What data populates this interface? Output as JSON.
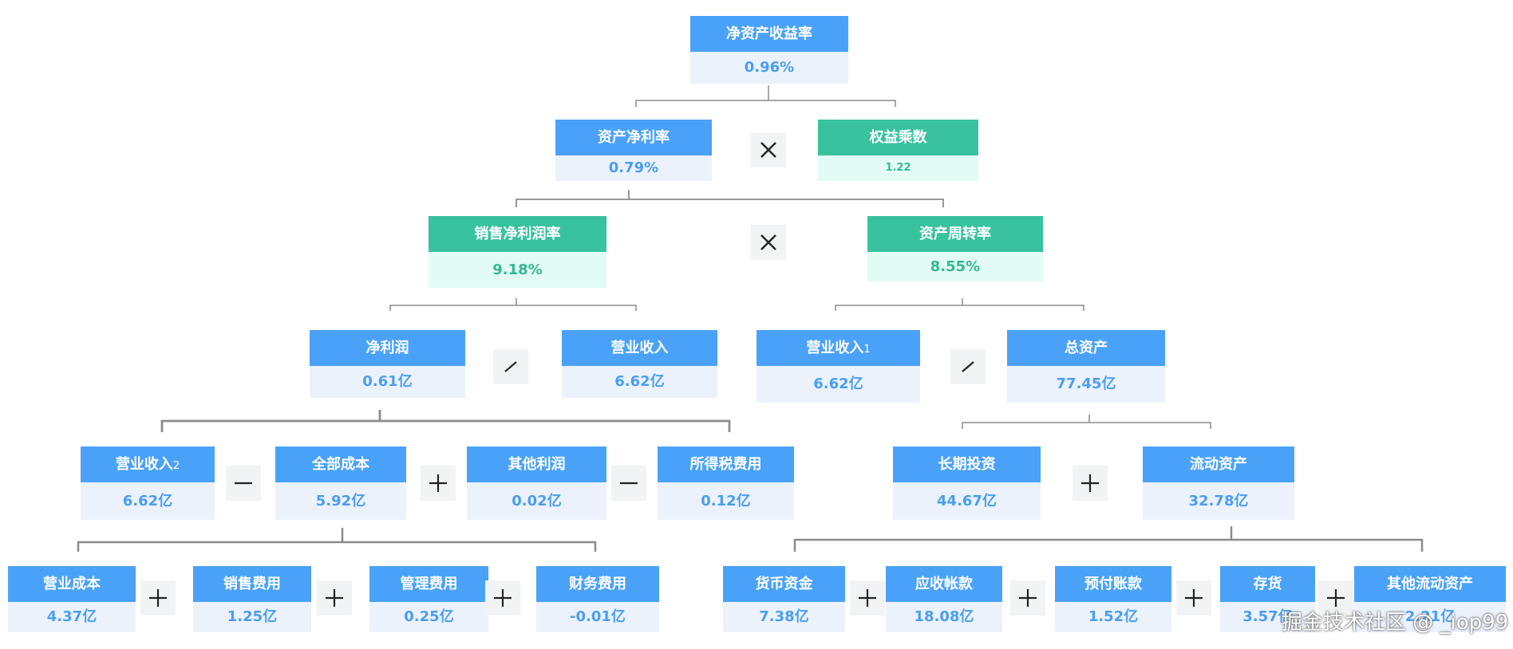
{
  "nodes": {
    "roe": {
      "title": "净资产收益率",
      "value": "0.96%"
    },
    "roa": {
      "title": "资产净利率",
      "value": "0.79%"
    },
    "equity_multiplier": {
      "title": "权益乘数",
      "value": "1.22"
    },
    "net_profit_margin": {
      "title": "销售净利润率",
      "value": "9.18%"
    },
    "asset_turnover": {
      "title": "资产周转率",
      "value": "8.55%"
    },
    "net_profit": {
      "title": "净利润",
      "value": "0.61亿"
    },
    "revenue": {
      "title": "营业收入",
      "value": "6.62亿"
    },
    "revenue_1": {
      "title": "营业收入",
      "title_suffix": "1",
      "value": "6.62亿"
    },
    "total_assets": {
      "title": "总资产",
      "value": "77.45亿"
    },
    "revenue_2": {
      "title": "营业收入",
      "title_suffix": "2",
      "value": "6.62亿"
    },
    "total_cost": {
      "title": "全部成本",
      "value": "5.92亿"
    },
    "other_profit": {
      "title": "其他利润",
      "value": "0.02亿"
    },
    "income_tax": {
      "title": "所得税费用",
      "value": "0.12亿"
    },
    "long_term_investment": {
      "title": "长期投资",
      "value": "44.67亿"
    },
    "current_assets": {
      "title": "流动资产",
      "value": "32.78亿"
    },
    "operating_cost": {
      "title": "营业成本",
      "value": "4.37亿"
    },
    "selling_expense": {
      "title": "销售费用",
      "value": "1.25亿"
    },
    "admin_expense": {
      "title": "管理费用",
      "value": "0.25亿"
    },
    "finance_expense": {
      "title": "财务费用",
      "value": "-0.01亿"
    },
    "cash": {
      "title": "货币资金",
      "value": "7.38亿"
    },
    "accounts_receivable": {
      "title": "应收帐款",
      "value": "18.08亿"
    },
    "prepayments": {
      "title": "预付账款",
      "value": "1.52亿"
    },
    "inventory": {
      "title": "存货",
      "value": "3.57亿"
    },
    "other_current_assets": {
      "title": "其他流动资产",
      "value": "2.21亿"
    }
  },
  "operators": {
    "multiply_1": "multiply-icon",
    "multiply_2": "multiply-icon",
    "divide_1": "divide-icon",
    "divide_2": "divide-icon",
    "minus_1": "minus-icon",
    "plus_1": "plus-icon",
    "minus_2": "minus-icon",
    "plus_2": "plus-icon",
    "plus_3": "plus-icon",
    "plus_4": "plus-icon",
    "plus_5": "plus-icon",
    "plus_6": "plus-icon",
    "plus_7": "plus-icon",
    "plus_8": "plus-icon",
    "plus_9": "plus-icon"
  },
  "colors": {
    "blue_header": "#4aa2f8",
    "blue_value_bg": "#ecf2fc",
    "blue_value_text": "#4a9ef1",
    "green_header": "#39c2a0",
    "green_value_bg": "#e2fbf5",
    "green_value_text": "#35b894",
    "connector": "#8c8c8c"
  },
  "watermark": "掘金技术社区 @ _iop99"
}
